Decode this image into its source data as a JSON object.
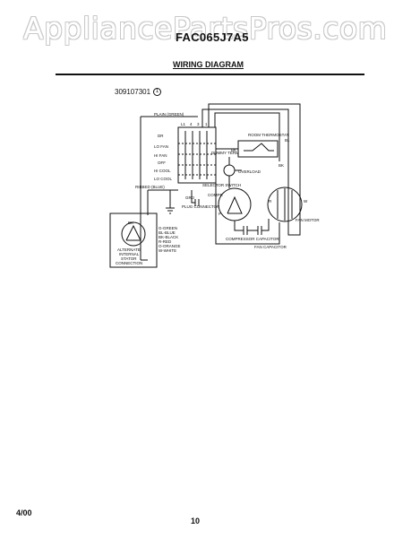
{
  "watermark": "AppliancePartsPros.com",
  "model": "FAC065J7A5",
  "title": "WIRING DIAGRAM",
  "part_number": "309107301",
  "revision_mark": "1",
  "footer": {
    "date": "4/00",
    "page": "10"
  },
  "diagram": {
    "plain_ground": "PLAIN (GREEN)",
    "ribbed_label": "RIBBED (BLUE)",
    "switch_positions": [
      "LO FAN",
      "HI FAN",
      "OFF",
      "HI COOL",
      "LO COOL"
    ],
    "switch_top": "DR",
    "terminals": [
      "L1",
      "4",
      "3",
      "1"
    ],
    "room_thermostat": "ROOM THERMOSTAT",
    "dummy_term": "DUMMY TERM",
    "overload": "OVERLOAD",
    "selector_switch": "SELECTOR SWITCH",
    "compr": "COMPR",
    "compressor_capacitor": "COMPRESSOR CAPACITOR",
    "fan_capacitor": "FAN CAPACITOR",
    "fan_motor": "FAN MOTOR",
    "grd": "GRD",
    "plug_connector": "PLUG CONNECTOR",
    "wire_bk": "BK",
    "wire_bl": "BL",
    "wire_r": "R",
    "wire_w": "W",
    "wire_p": "P",
    "bk_small": "BK",
    "legend_lines": [
      "G-GREEN",
      "BL-BLUE",
      "BK-BLACK",
      "R-RED",
      "O-ORANGE",
      "W-WHITE"
    ],
    "alternate": [
      "ALTERNATE",
      "INTERNAL",
      "STATOR",
      "CONNECTION"
    ]
  }
}
